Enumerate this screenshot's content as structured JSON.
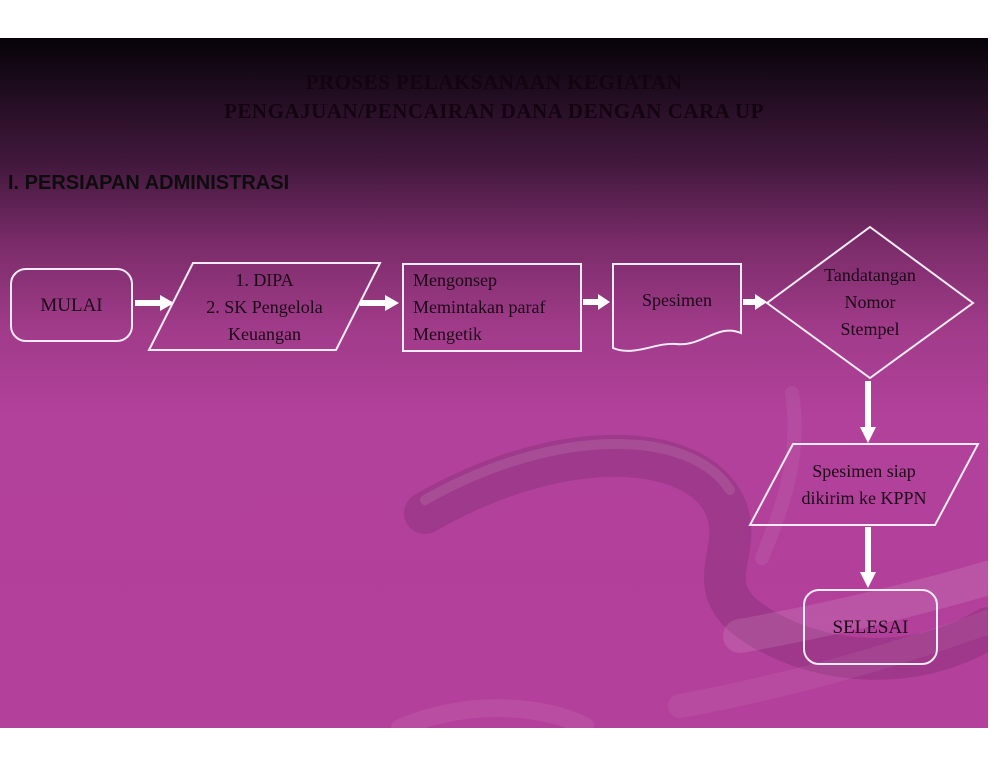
{
  "slide": {
    "title_line1": "PROSES PELAKSANAAN KEGIATAN",
    "title_line2": "PENGAJUAN/PENCAIRAN DANA DENGAN CARA UP",
    "section_heading": "I. PERSIAPAN ADMINISTRASI"
  },
  "flow": {
    "mulai": {
      "label": "MULAI"
    },
    "dipa": {
      "lines": [
        "1. DIPA",
        "2. SK Pengelola",
        "Keuangan"
      ]
    },
    "konsep": {
      "lines": [
        "Mengonsep",
        "Memintakan paraf",
        "Mengetik"
      ]
    },
    "spesimen": {
      "label": "Spesimen"
    },
    "decision": {
      "lines": [
        "Tandatangan",
        "Nomor",
        "Stempel"
      ]
    },
    "kirim": {
      "lines": [
        "Spesimen siap",
        "dikirim ke KPPN"
      ]
    },
    "selesai": {
      "label": "SELESAI"
    }
  },
  "colors": {
    "background_magenta": "#b3409a",
    "gradient_top": "#070309",
    "shape_border": "#f7ecf6",
    "arrow": "#ffffff",
    "title_text": "#140310",
    "heading_text": "#0d0d0d",
    "body_text": "#1c0817"
  }
}
